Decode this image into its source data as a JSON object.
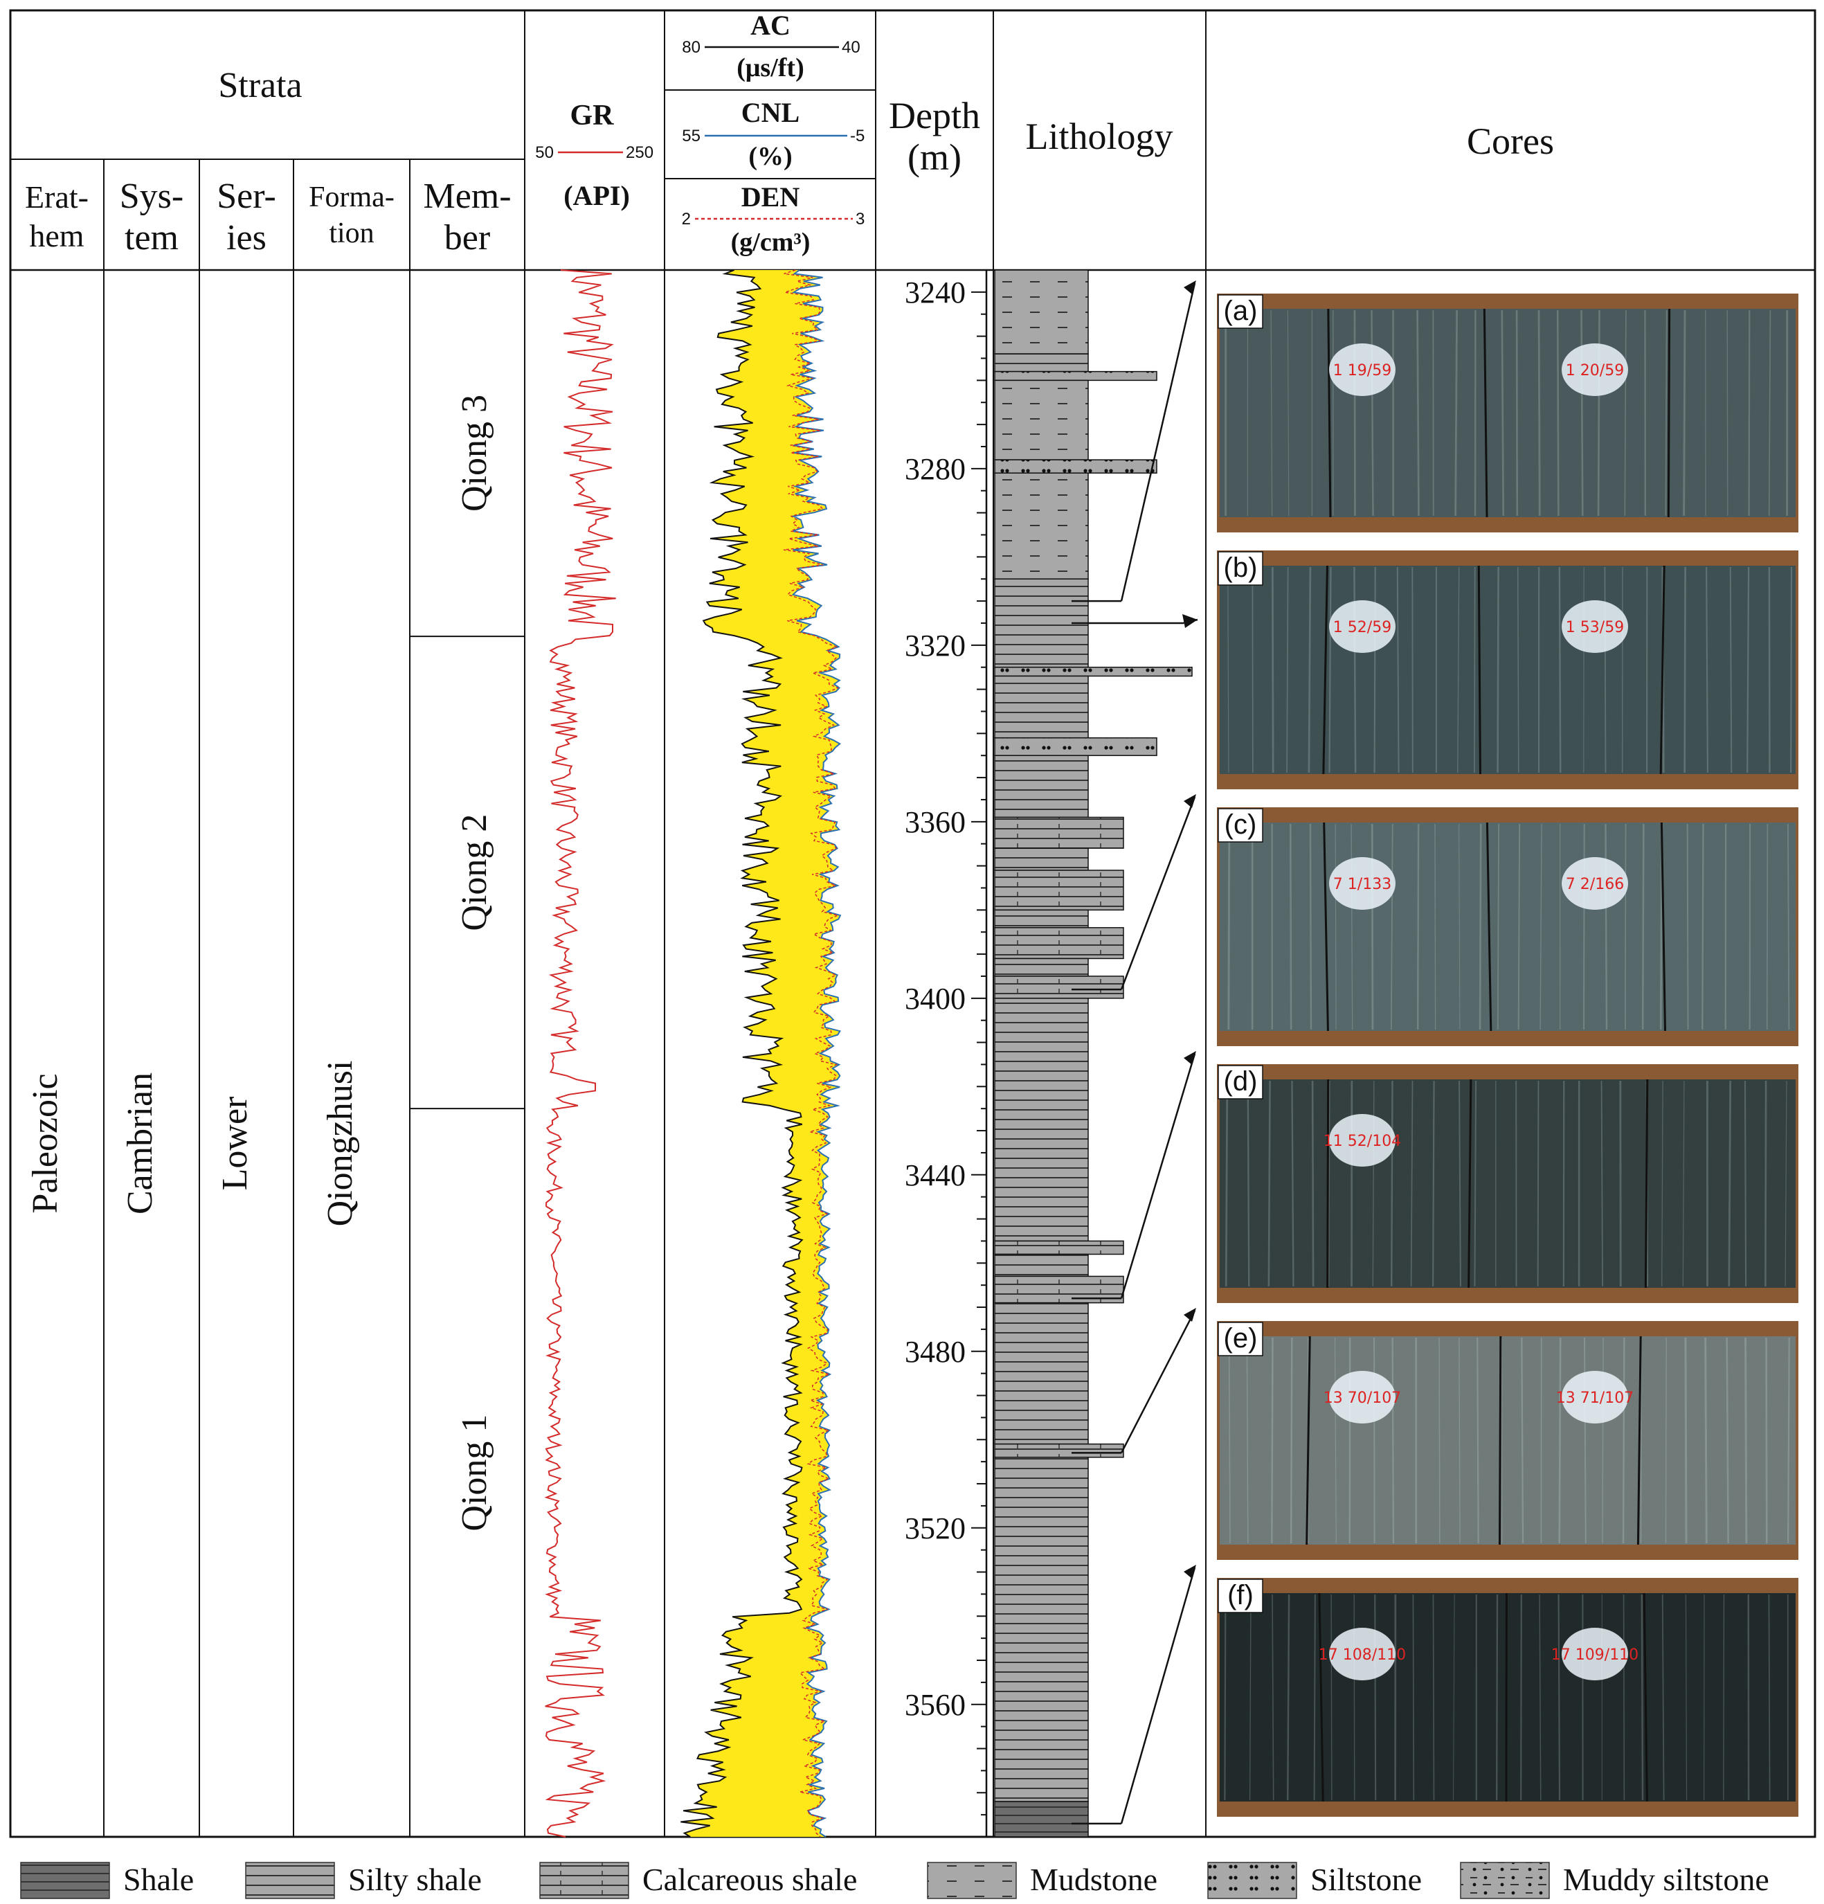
{
  "header": {
    "strata": "Strata",
    "columns": {
      "erathem": [
        "Erat-",
        "hem"
      ],
      "system": [
        "Sys-",
        "tem"
      ],
      "series": [
        "Ser-",
        "ies"
      ],
      "formation": [
        "Forma-",
        "tion"
      ],
      "member": [
        "Mem-",
        "ber"
      ]
    },
    "gr": {
      "name": "GR",
      "min": "50",
      "max": "250",
      "unit": "(API)",
      "color": "#d42a2a"
    },
    "ac": {
      "name": "AC",
      "min": "80",
      "max": "40",
      "unit": "(μs/ft)",
      "color": "#111111"
    },
    "cnl": {
      "name": "CNL",
      "min": "55",
      "max": "-5",
      "unit": "(%)",
      "color": "#2a6fb0"
    },
    "den": {
      "name": "DEN",
      "min": "2",
      "max": "3",
      "unit": "(g/cm³)",
      "color": "#d42a2a"
    },
    "depth": [
      "Depth",
      "(m)"
    ],
    "lithology": "Lithology",
    "cores": "Cores"
  },
  "strata": {
    "erathem": "Paleozoic",
    "system": "Cambrian",
    "series": "Lower",
    "formation": "Qiongzhusi",
    "members": [
      {
        "name": "Qiong 3",
        "top": 3235,
        "bottom": 3318
      },
      {
        "name": "Qiong 2",
        "top": 3318,
        "bottom": 3425
      },
      {
        "name": "Qiong 1",
        "top": 3425,
        "bottom": 3590
      }
    ]
  },
  "depth_ticks": [
    "3240",
    "3280",
    "3320",
    "3360",
    "3400",
    "3440",
    "3480",
    "3520",
    "3560"
  ],
  "depth_range": [
    3235,
    3590
  ],
  "lithology_beds": [
    {
      "top": 3235,
      "bottom": 3254,
      "type": "mudstone",
      "width": 0.45
    },
    {
      "top": 3254,
      "bottom": 3258,
      "type": "silty_shale",
      "width": 0.45
    },
    {
      "top": 3258,
      "bottom": 3260,
      "type": "siltstone",
      "width": 0.78
    },
    {
      "top": 3260,
      "bottom": 3278,
      "type": "mudstone",
      "width": 0.45
    },
    {
      "top": 3278,
      "bottom": 3281,
      "type": "siltstone",
      "width": 0.78
    },
    {
      "top": 3281,
      "bottom": 3305,
      "type": "mudstone",
      "width": 0.45
    },
    {
      "top": 3305,
      "bottom": 3325,
      "type": "silty_shale",
      "width": 0.45
    },
    {
      "top": 3325,
      "bottom": 3327,
      "type": "siltstone",
      "width": 0.95
    },
    {
      "top": 3327,
      "bottom": 3341,
      "type": "silty_shale",
      "width": 0.45
    },
    {
      "top": 3341,
      "bottom": 3345,
      "type": "siltstone",
      "width": 0.78
    },
    {
      "top": 3345,
      "bottom": 3359,
      "type": "silty_shale",
      "width": 0.45
    },
    {
      "top": 3359,
      "bottom": 3366,
      "type": "calcareous_shale",
      "width": 0.62
    },
    {
      "top": 3366,
      "bottom": 3371,
      "type": "silty_shale",
      "width": 0.45
    },
    {
      "top": 3371,
      "bottom": 3380,
      "type": "calcareous_shale",
      "width": 0.62
    },
    {
      "top": 3380,
      "bottom": 3384,
      "type": "silty_shale",
      "width": 0.45
    },
    {
      "top": 3384,
      "bottom": 3391,
      "type": "calcareous_shale",
      "width": 0.62
    },
    {
      "top": 3391,
      "bottom": 3395,
      "type": "silty_shale",
      "width": 0.45
    },
    {
      "top": 3395,
      "bottom": 3400,
      "type": "calcareous_shale",
      "width": 0.62
    },
    {
      "top": 3400,
      "bottom": 3455,
      "type": "silty_shale",
      "width": 0.45
    },
    {
      "top": 3455,
      "bottom": 3458,
      "type": "calcareous_shale",
      "width": 0.62
    },
    {
      "top": 3458,
      "bottom": 3463,
      "type": "silty_shale",
      "width": 0.45
    },
    {
      "top": 3463,
      "bottom": 3469,
      "type": "calcareous_shale",
      "width": 0.62
    },
    {
      "top": 3469,
      "bottom": 3501,
      "type": "silty_shale",
      "width": 0.45
    },
    {
      "top": 3501,
      "bottom": 3504,
      "type": "calcareous_shale",
      "width": 0.62
    },
    {
      "top": 3504,
      "bottom": 3582,
      "type": "silty_shale",
      "width": 0.45
    },
    {
      "top": 3582,
      "bottom": 3590,
      "type": "shale",
      "width": 0.45
    }
  ],
  "core_panels": [
    {
      "label": "(a)",
      "tag1": "1 19/59",
      "tag2": "1 20/59",
      "tone": "#4a5a5c",
      "arrow_depth": 3310
    },
    {
      "label": "(b)",
      "tag1": "1 52/59",
      "tag2": "1 53/59",
      "tone": "#3e5052",
      "arrow_depth": 3315
    },
    {
      "label": "(c)",
      "tag1": "7 1/133",
      "tag2": "7 2/166",
      "tone": "#56686a",
      "arrow_depth": 3398
    },
    {
      "label": "(d)",
      "tag1": "11 52/104",
      "tag2": "",
      "tone": "#33403f",
      "arrow_depth": 3468
    },
    {
      "label": "(e)",
      "tag1": "13 70/107",
      "tag2": "13 71/107",
      "tone": "#707b79",
      "arrow_depth": 3503
    },
    {
      "label": "(f)",
      "tag1": "17 108/110",
      "tag2": "17 109/110",
      "tone": "#202a2b",
      "arrow_depth": 3587
    }
  ],
  "legend": [
    {
      "type": "shale",
      "label": "Shale"
    },
    {
      "type": "silty_shale",
      "label": "Silty shale"
    },
    {
      "type": "calcareous_shale",
      "label": "Calcareous shale"
    },
    {
      "type": "mudstone",
      "label": "Mudstone"
    },
    {
      "type": "siltstone",
      "label": "Siltstone"
    },
    {
      "type": "muddy_siltstone",
      "label": "Muddy siltstone"
    }
  ],
  "colors": {
    "fill_yellow": "#ffe81a",
    "litho_gray": "#a8a8a8",
    "line": "#111111"
  }
}
